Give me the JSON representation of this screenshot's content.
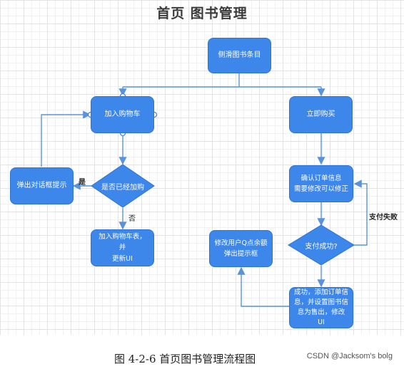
{
  "title": "首页 图书管理",
  "nodes": {
    "browse": "侧滑图书条目",
    "add_cart": "加入购物车",
    "buy_now": "立即购买",
    "dialog": "弹出对话框提示",
    "is_added": "是否已经加购",
    "confirm_order": "确认订单信息\n需要修改可以修正",
    "add_to_table": "加入购物车表，并\n更新UI",
    "pay_success": "支付成功?",
    "modify_balance": "修改用户Q点余额\n弹出提示框",
    "success_update": "成功，添加订单信\n息，并设置图书信\n息为售出，修改UI"
  },
  "edge_labels": {
    "yes": "是",
    "no": "否",
    "pay_fail": "支付失败"
  },
  "caption": "图 4-2-6  首页图书管理流程图",
  "watermark": "CSDN @Jacksom's bolg",
  "colors": {
    "node": "#3d86ea",
    "line": "#5b93da"
  }
}
